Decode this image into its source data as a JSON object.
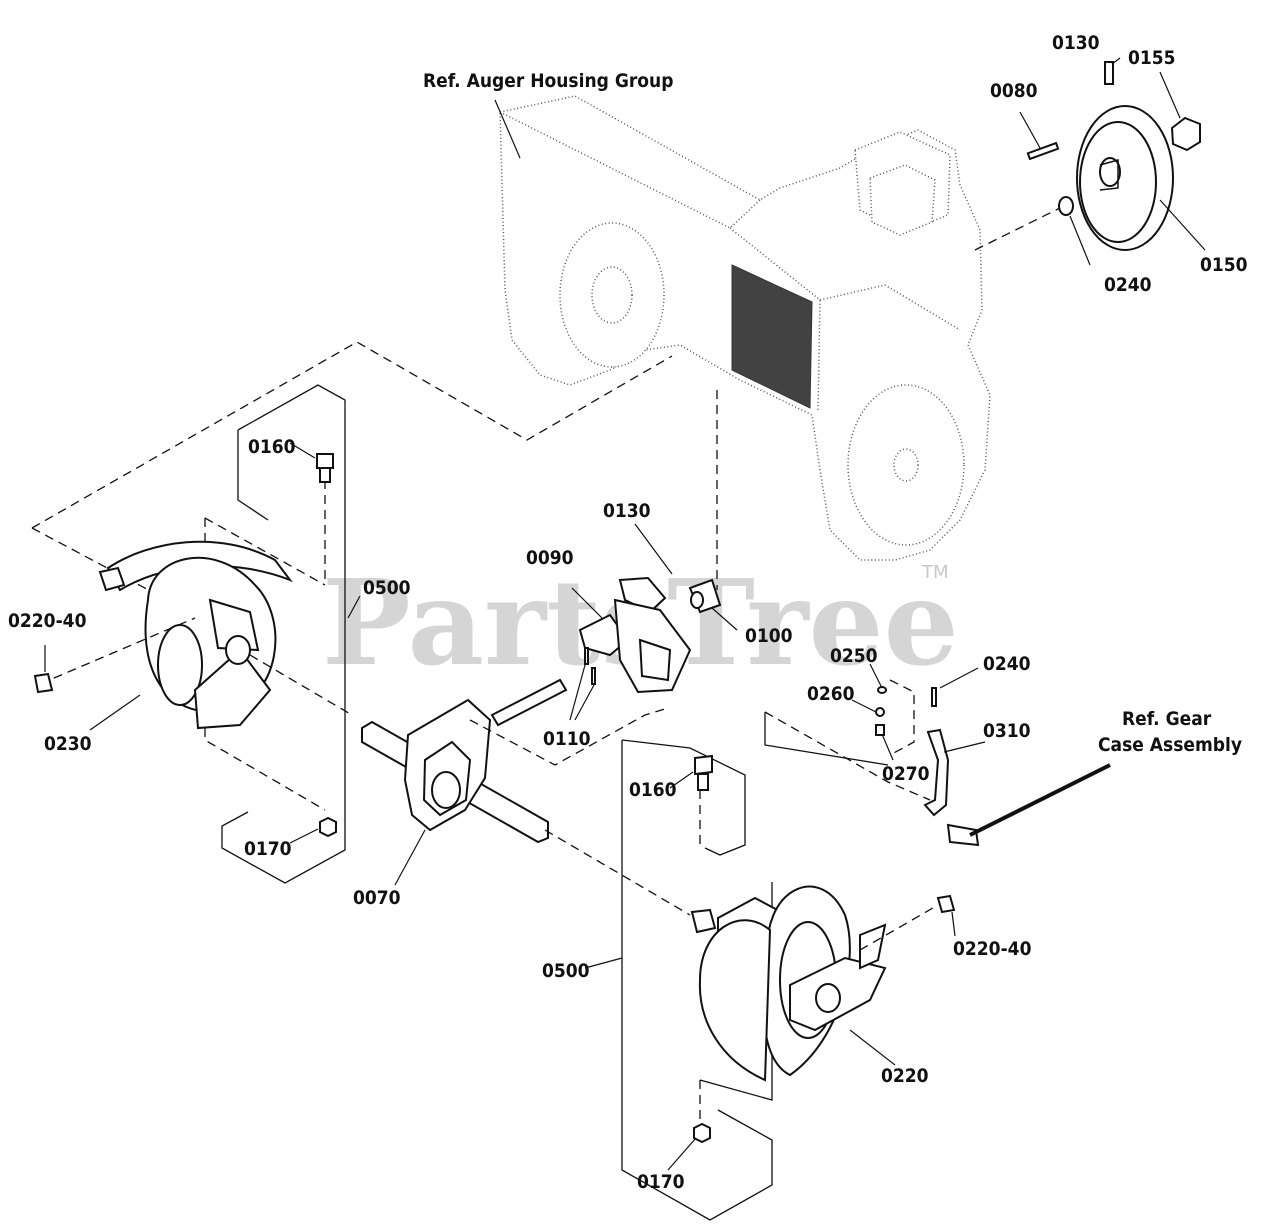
{
  "diagram": {
    "references": {
      "auger_housing": "Ref. Auger Housing Group",
      "gear_case_line1": "Ref. Gear",
      "gear_case_line2": "Case Assembly"
    },
    "callouts": {
      "p0130_top": "0130",
      "p0155": "0155",
      "p0080": "0080",
      "p0150": "0150",
      "p0240_top": "0240",
      "p0160_left": "0160",
      "p0500_left": "0500",
      "p0220_40_left": "0220-40",
      "p0230": "0230",
      "p0170_left": "0170",
      "p0070": "0070",
      "p0130_mid": "0130",
      "p0090": "0090",
      "p0100": "0100",
      "p0110": "0110",
      "p0250": "0250",
      "p0240_mid": "0240",
      "p0260": "0260",
      "p0310": "0310",
      "p0270": "0270",
      "p0160_right": "0160",
      "p0220_40_right": "0220-40",
      "p0500_right": "0500",
      "p0220": "0220",
      "p0170_right": "0170"
    },
    "watermark": {
      "text": "PartsTree",
      "trademark": "TM"
    }
  }
}
